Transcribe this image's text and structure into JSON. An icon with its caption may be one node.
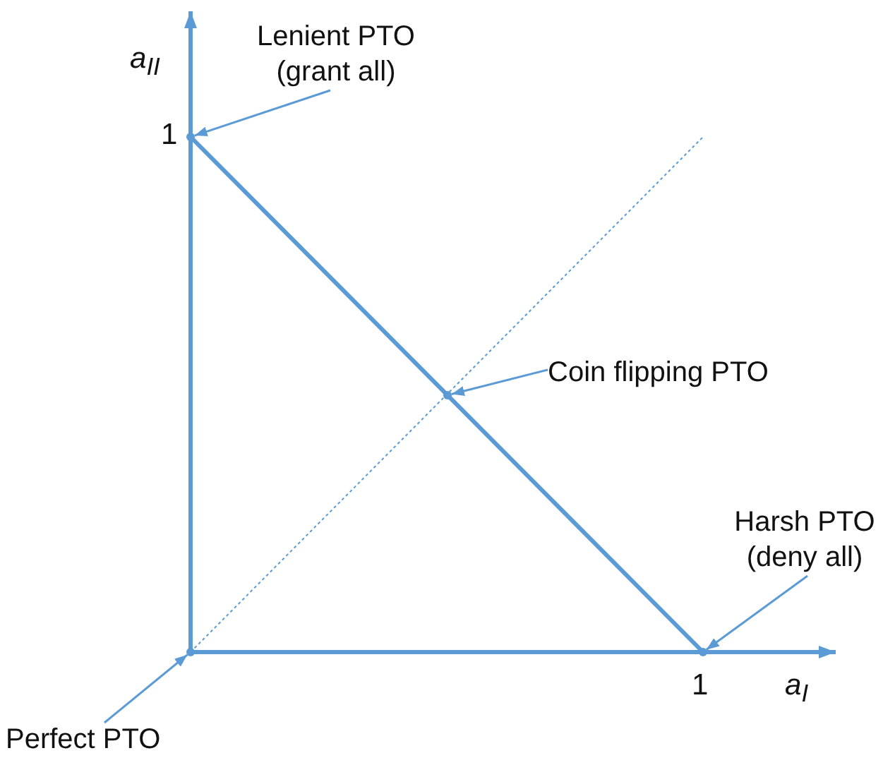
{
  "diagram": {
    "nodes": [
      {
        "text": [
          "Lenient PTO (grant all)"
        ]
      },
      {
        "text": [
          "Coin flipping PTO"
        ]
      },
      {
        "text": [
          "Harsh PTO (deny all)"
        ]
      },
      {
        "text": [
          "Perfect PTO"
        ]
      },
      {
        "text": [],
        "shape": "circle"
      },
      {
        "text": [],
        "shape": "circle"
      },
      {
        "text": [],
        "shape": "circle"
      },
      {
        "text": [],
        "shape": "circle"
      }
    ],
    "edges": [
      {
        "from": 0,
        "to": 4,
        "arrow": "to"
      },
      {
        "from": 1,
        "to": 5,
        "arrow": "to"
      },
      {
        "from": 2,
        "to": 6,
        "arrow": "to"
      },
      {
        "from": 3,
        "to": 7,
        "arrow": "to"
      }
    ],
    "labels": [
      "a$_{II}$",
      "1",
      "1",
      "a$_{I}$"
    ]
  }
}
